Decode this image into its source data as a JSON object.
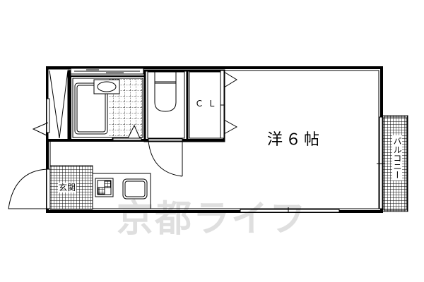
{
  "floor_plan": {
    "rooms": {
      "main_room": {
        "label": "洋６帖",
        "type": "western-style room",
        "size_tatami": 6
      },
      "closet": {
        "label": "ＣＬ"
      },
      "entrance": {
        "label": "玄関"
      },
      "balcony": {
        "label": "バルコニー"
      },
      "bathroom": {
        "label": ""
      },
      "toilet": {
        "label": ""
      },
      "kitchen": {
        "label": ""
      }
    },
    "watermark": "京都ライフ"
  },
  "colors": {
    "line": "#000000",
    "background": "#ffffff",
    "watermark": "#e0e0e0"
  }
}
